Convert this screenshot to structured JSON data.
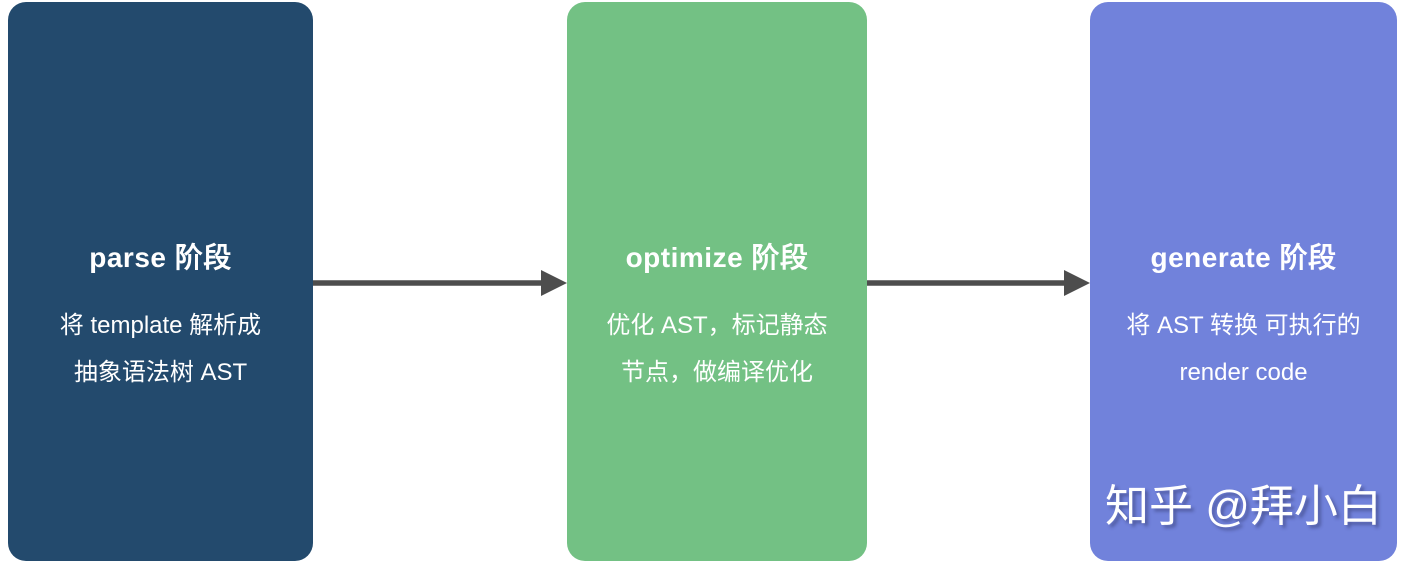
{
  "diagram": {
    "background_color": "#ffffff",
    "arrow_color": "#4d4d4d",
    "text_color": "#ffffff",
    "stages": [
      {
        "title": "parse 阶段",
        "lines": [
          "将 template 解析成",
          "抽象语法树 AST"
        ],
        "color": "#234a6d"
      },
      {
        "title": "optimize 阶段",
        "lines": [
          "优化 AST，标记静态",
          "节点，做编译优化"
        ],
        "color": "#73c184"
      },
      {
        "title": "generate 阶段",
        "lines": [
          "将 AST 转换 可执行的",
          "render code"
        ],
        "color": "#7182db"
      }
    ],
    "watermark": "知乎 @拜小白"
  }
}
